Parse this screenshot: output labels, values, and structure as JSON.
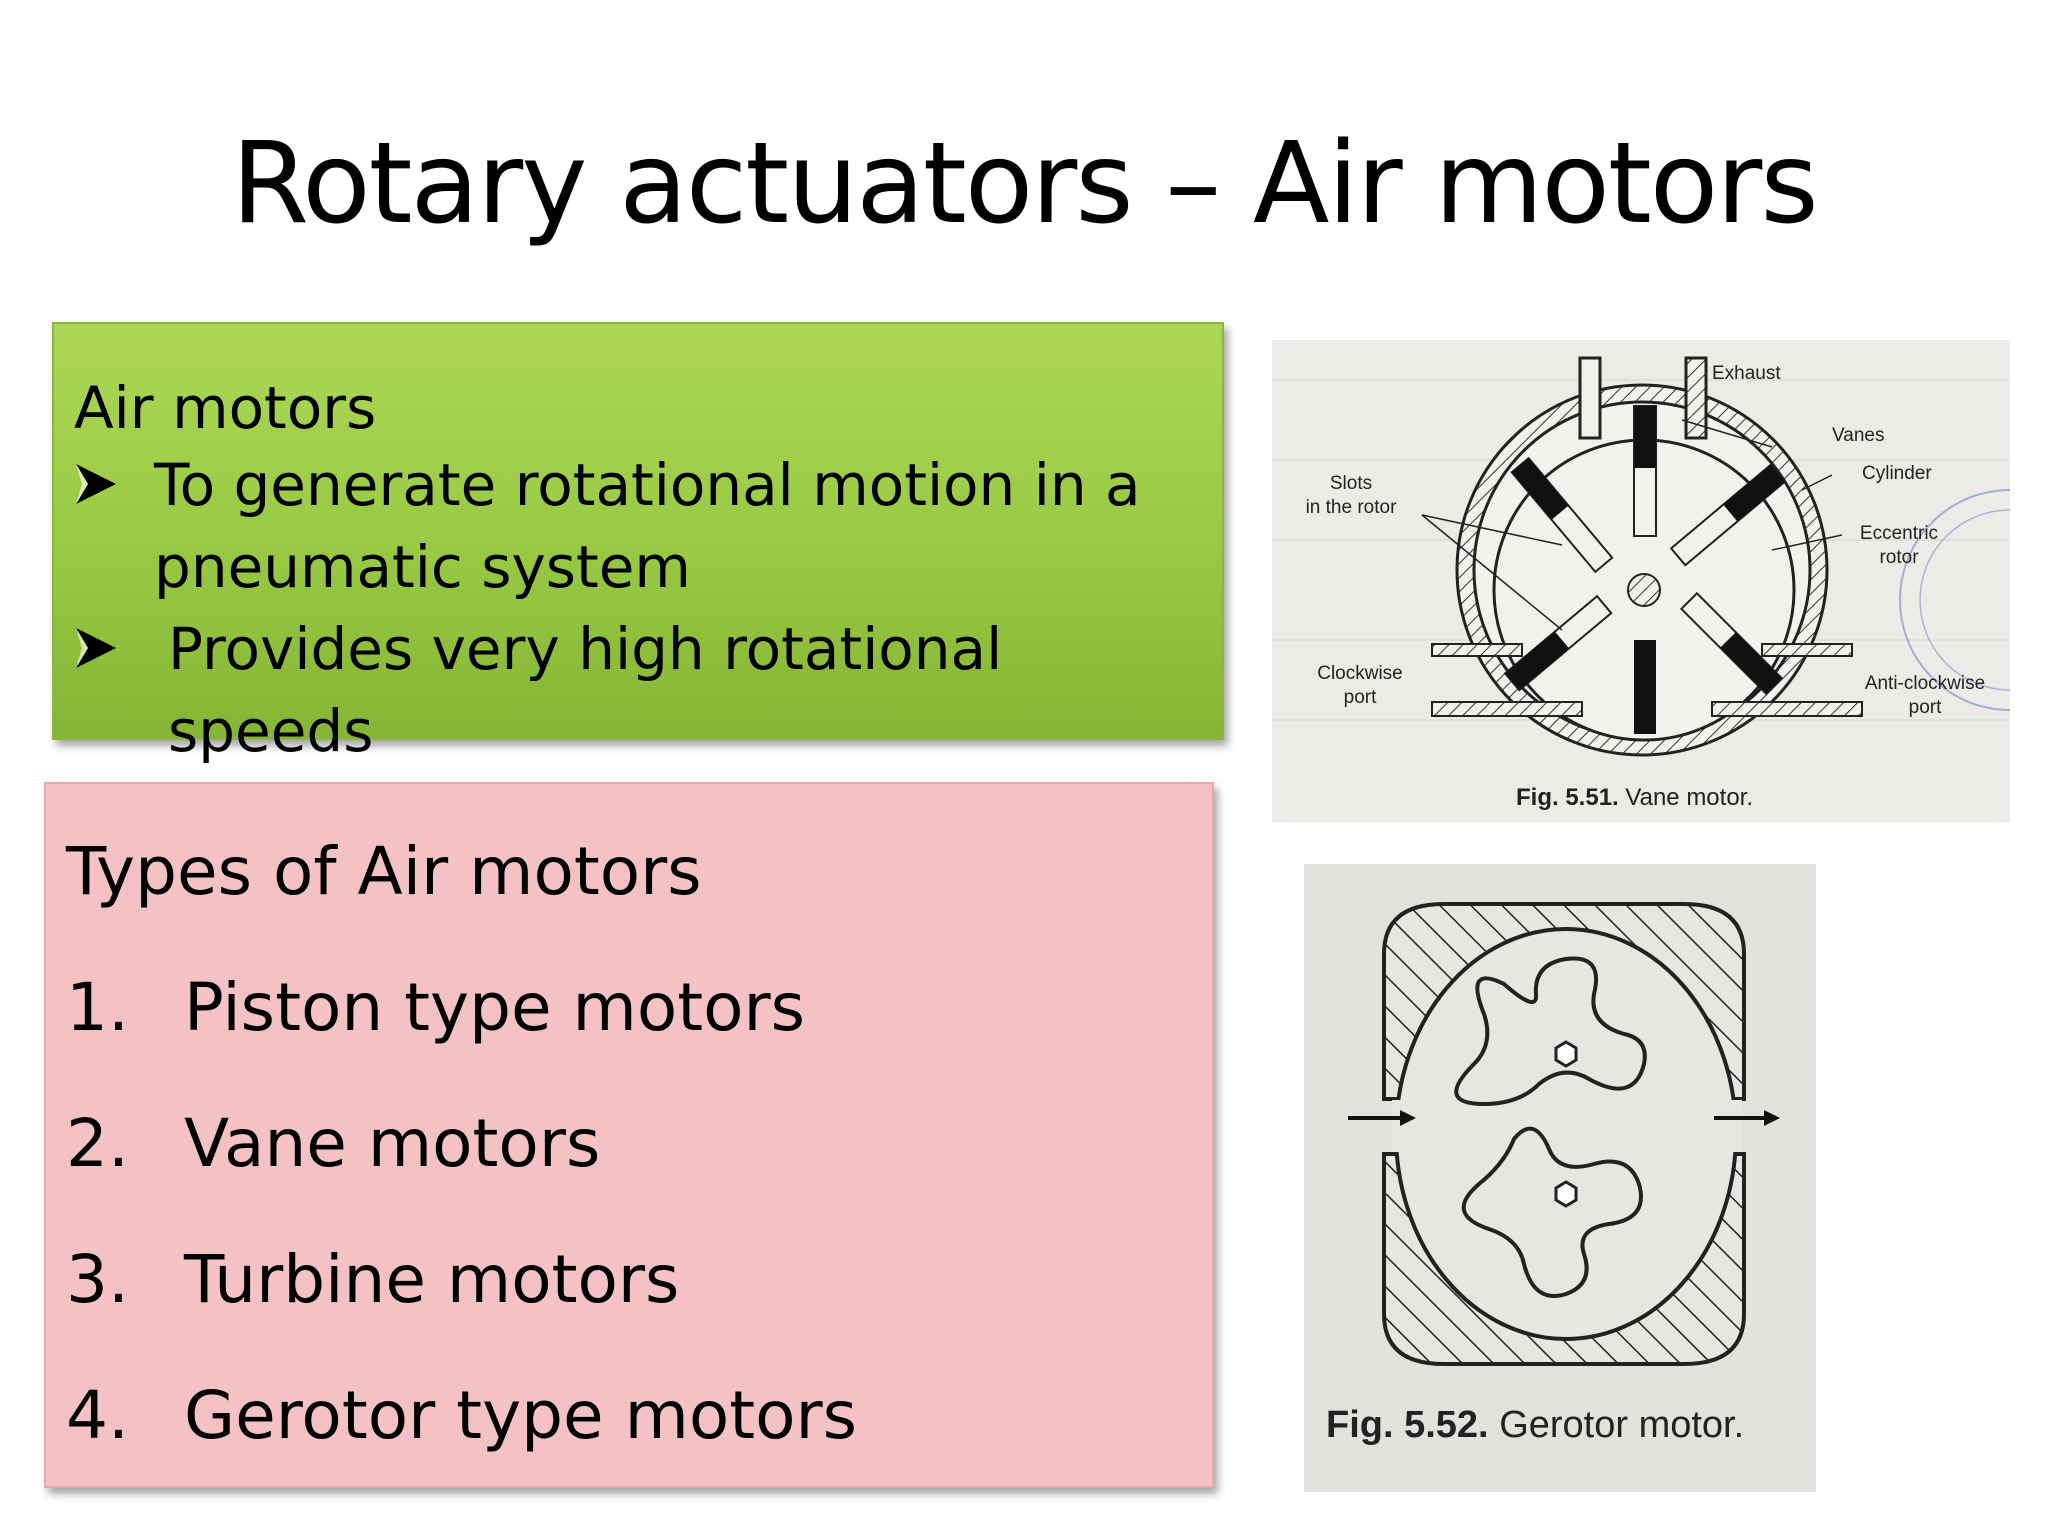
{
  "slide": {
    "title": "Rotary actuators – Air motors"
  },
  "air_motors_box": {
    "heading": "Air motors",
    "bullets": [
      "To generate rotational motion in a pneumatic system",
      "Provides very high rotational speeds"
    ],
    "bullet_icon": "arrow-bullet-icon",
    "color": "#9acb45"
  },
  "types_box": {
    "heading": "Types of Air motors",
    "items": [
      {
        "num": "1.",
        "label": "Piston type motors"
      },
      {
        "num": "2.",
        "label": "Vane motors"
      },
      {
        "num": "3.",
        "label": "Turbine motors"
      },
      {
        "num": "4.",
        "label": "Gerotor type motors"
      }
    ],
    "color": "#f4c2c5"
  },
  "figure_vane": {
    "caption_bold": "Fig. 5.51.",
    "caption_text": "Vane motor.",
    "labels": {
      "exhaust": "Exhaust",
      "vanes": "Vanes",
      "cylinder": "Cylinder",
      "slots": "Slots",
      "slots2": "in the rotor",
      "eccentric": "Eccentric",
      "rotor": "rotor",
      "clockwise": "Clockwise",
      "clockwise_port": "port",
      "anticlockwise": "Anti-clockwise",
      "anticlockwise_port": "port"
    }
  },
  "figure_gerotor": {
    "caption_bold": "Fig. 5.52.",
    "caption_text": "Gerotor motor."
  }
}
